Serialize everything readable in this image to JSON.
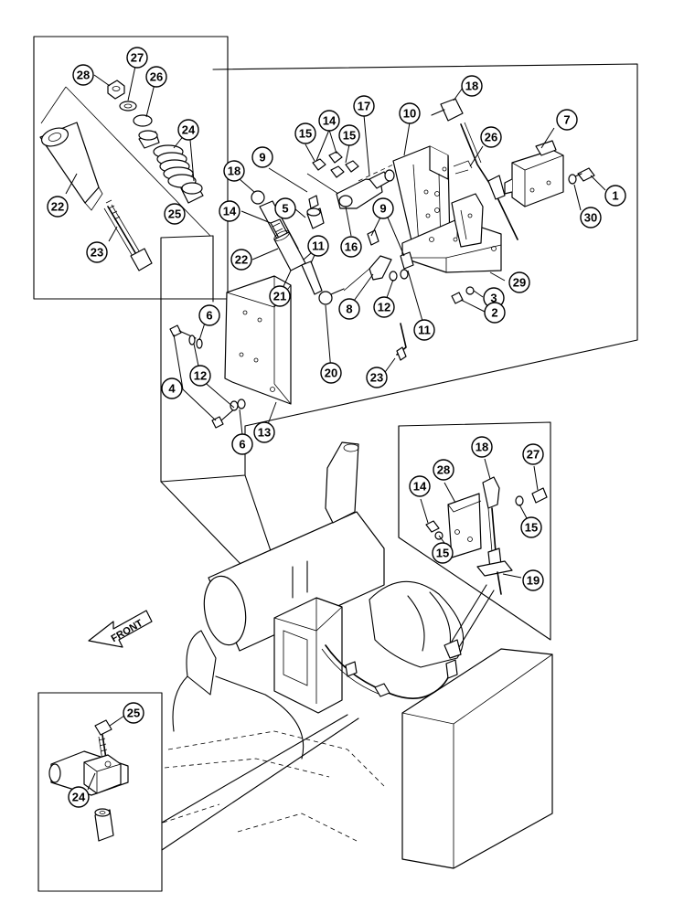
{
  "direction_label": "FRONT",
  "callouts": [
    {
      "id": "c28a",
      "label": "28"
    },
    {
      "id": "c27a",
      "label": "27"
    },
    {
      "id": "c26a",
      "label": "26"
    },
    {
      "id": "c24a",
      "label": "24"
    },
    {
      "id": "c22a",
      "label": "22"
    },
    {
      "id": "c25a",
      "label": "25"
    },
    {
      "id": "c23a",
      "label": "23"
    },
    {
      "id": "c18a",
      "label": "18"
    },
    {
      "id": "c10",
      "label": "10"
    },
    {
      "id": "c17",
      "label": "17"
    },
    {
      "id": "c14a",
      "label": "14"
    },
    {
      "id": "c15a",
      "label": "15"
    },
    {
      "id": "c15b",
      "label": "15"
    },
    {
      "id": "c26b",
      "label": "26"
    },
    {
      "id": "c7",
      "label": "7"
    },
    {
      "id": "c1",
      "label": "1"
    },
    {
      "id": "c30",
      "label": "30"
    },
    {
      "id": "c9a",
      "label": "9"
    },
    {
      "id": "c18b",
      "label": "18"
    },
    {
      "id": "c5",
      "label": "5"
    },
    {
      "id": "c14b",
      "label": "14"
    },
    {
      "id": "c16",
      "label": "16"
    },
    {
      "id": "c9b",
      "label": "9"
    },
    {
      "id": "c22b",
      "label": "22"
    },
    {
      "id": "c11a",
      "label": "11"
    },
    {
      "id": "c21",
      "label": "21"
    },
    {
      "id": "c8",
      "label": "8"
    },
    {
      "id": "c12a",
      "label": "12"
    },
    {
      "id": "c11b",
      "label": "11"
    },
    {
      "id": "c29",
      "label": "29"
    },
    {
      "id": "c3",
      "label": "3"
    },
    {
      "id": "c2",
      "label": "2"
    },
    {
      "id": "c6a",
      "label": "6"
    },
    {
      "id": "c20",
      "label": "20"
    },
    {
      "id": "c23b",
      "label": "23"
    },
    {
      "id": "c4",
      "label": "4"
    },
    {
      "id": "c12b",
      "label": "12"
    },
    {
      "id": "c6b",
      "label": "6"
    },
    {
      "id": "c13",
      "label": "13"
    },
    {
      "id": "c18c",
      "label": "18"
    },
    {
      "id": "c27b",
      "label": "27"
    },
    {
      "id": "c28b",
      "label": "28"
    },
    {
      "id": "c14c",
      "label": "14"
    },
    {
      "id": "c15c",
      "label": "15"
    },
    {
      "id": "c15d",
      "label": "15"
    },
    {
      "id": "c19",
      "label": "19"
    },
    {
      "id": "c25b",
      "label": "25"
    },
    {
      "id": "c24b",
      "label": "24"
    }
  ]
}
